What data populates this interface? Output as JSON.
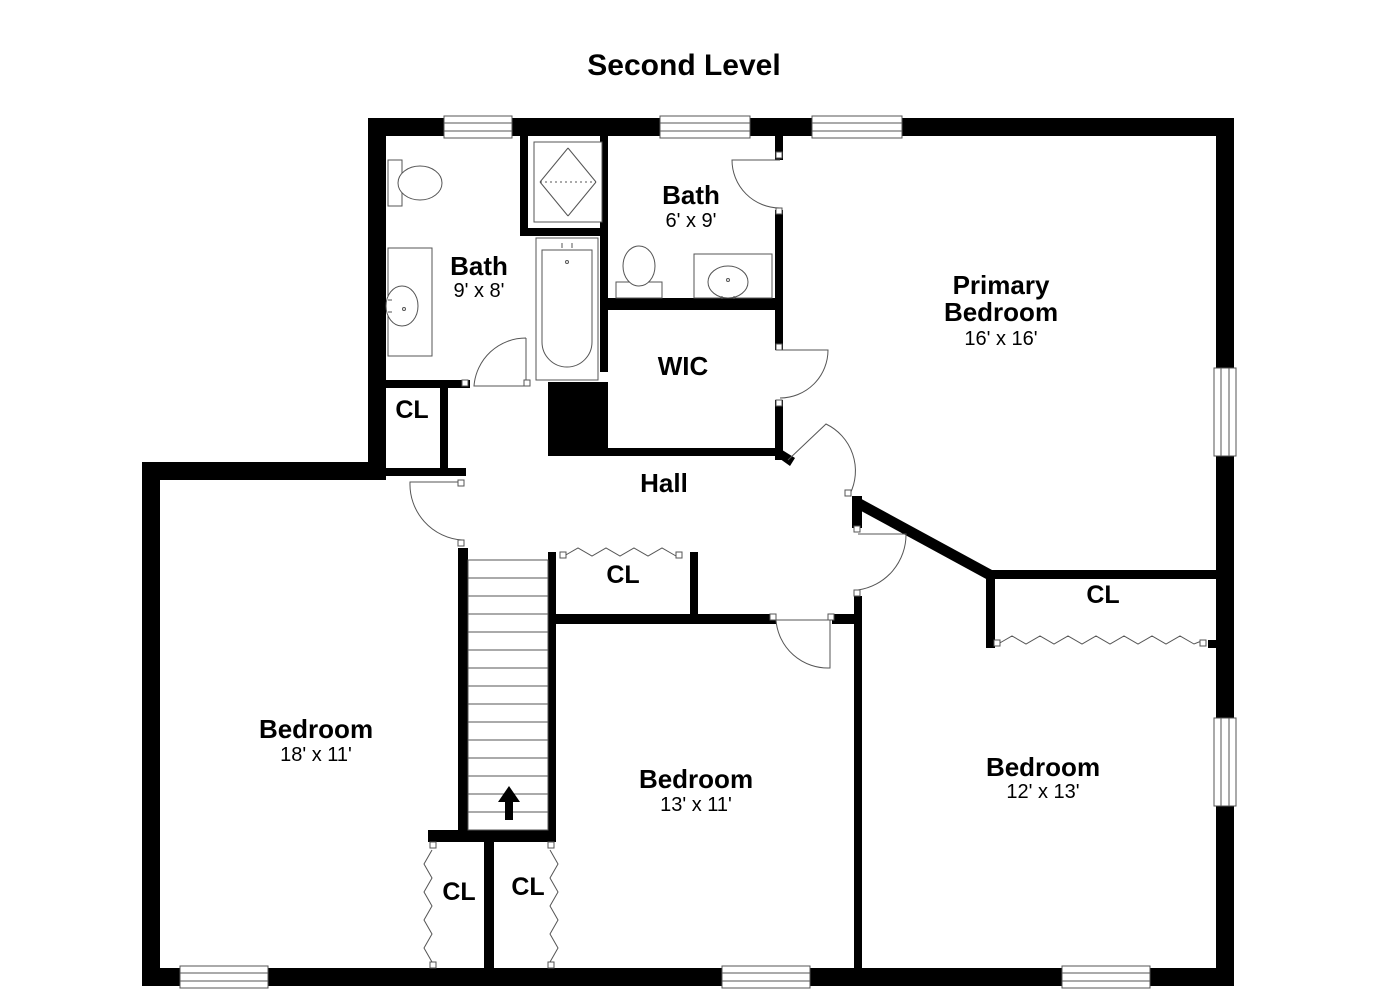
{
  "title": "Second Level",
  "rooms": {
    "bath_left": {
      "name": "Bath",
      "dims": "9' x 8'"
    },
    "bath_right": {
      "name": "Bath",
      "dims": "6' x 9'"
    },
    "primary_bedroom": {
      "name_line1": "Primary",
      "name_line2": "Bedroom",
      "dims": "16' x 16'"
    },
    "wic": {
      "name": "WIC"
    },
    "hall": {
      "name": "Hall"
    },
    "bedroom_left": {
      "name": "Bedroom",
      "dims": "18' x 11'"
    },
    "bedroom_middle": {
      "name": "Bedroom",
      "dims": "13' x 11'"
    },
    "bedroom_right": {
      "name": "Bedroom",
      "dims": "12' x 13'"
    }
  },
  "closets": {
    "upper_left": "CL",
    "hall": "CL",
    "primary": "CL",
    "lower_left": "CL",
    "lower_right": "CL"
  },
  "colors": {
    "wall": "#000000",
    "fixture_stroke": "#555555",
    "background": "#ffffff"
  }
}
